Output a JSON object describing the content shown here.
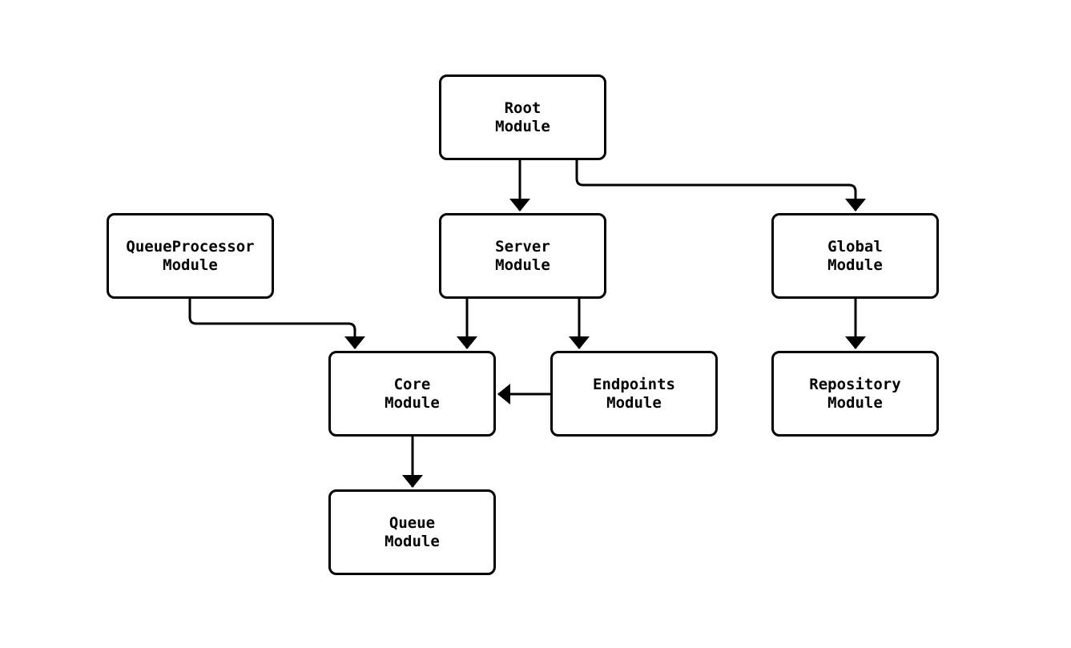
{
  "diagram": {
    "type": "flowchart",
    "direction": "top-down",
    "nodes": [
      {
        "id": "root",
        "label": "Root\nModule"
      },
      {
        "id": "queueprocessor",
        "label": "QueueProcessor\nModule"
      },
      {
        "id": "server",
        "label": "Server\nModule"
      },
      {
        "id": "global",
        "label": "Global\nModule"
      },
      {
        "id": "core",
        "label": "Core\nModule"
      },
      {
        "id": "endpoints",
        "label": "Endpoints\nModule"
      },
      {
        "id": "repository",
        "label": "Repository\nModule"
      },
      {
        "id": "queue",
        "label": "Queue\nModule"
      }
    ],
    "edges": [
      {
        "from": "root",
        "to": "server",
        "arrow": "filled-triangle"
      },
      {
        "from": "root",
        "to": "global",
        "arrow": "filled-triangle"
      },
      {
        "from": "queueprocessor",
        "to": "core",
        "arrow": "filled-triangle"
      },
      {
        "from": "server",
        "to": "core",
        "arrow": "filled-triangle"
      },
      {
        "from": "server",
        "to": "endpoints",
        "arrow": "filled-triangle"
      },
      {
        "from": "endpoints",
        "to": "core",
        "arrow": "filled-triangle"
      },
      {
        "from": "global",
        "to": "repository",
        "arrow": "filled-triangle"
      },
      {
        "from": "core",
        "to": "queue",
        "arrow": "filled-triangle"
      }
    ],
    "colors": {
      "background": "#ffffff",
      "node_fill": "#ffffff",
      "node_border": "#000000",
      "edge": "#000000",
      "text": "#000000"
    }
  }
}
